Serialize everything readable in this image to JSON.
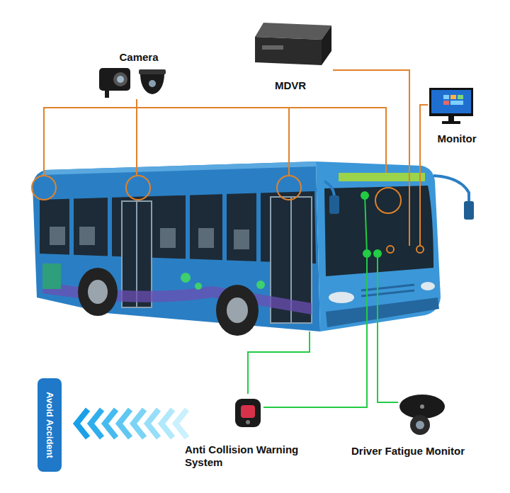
{
  "diagram": {
    "nodes": [
      {
        "text": [
          "Camera"
        ]
      },
      {
        "text": [
          "MDVR"
        ]
      },
      {
        "text": [
          "Monitor"
        ]
      },
      {
        "text": [
          "Avoid Accident"
        ]
      },
      {
        "text": [
          "Anti Collision Warning System"
        ]
      },
      {
        "text": [
          "Driver Fatigue Monitor"
        ]
      }
    ]
  }
}
